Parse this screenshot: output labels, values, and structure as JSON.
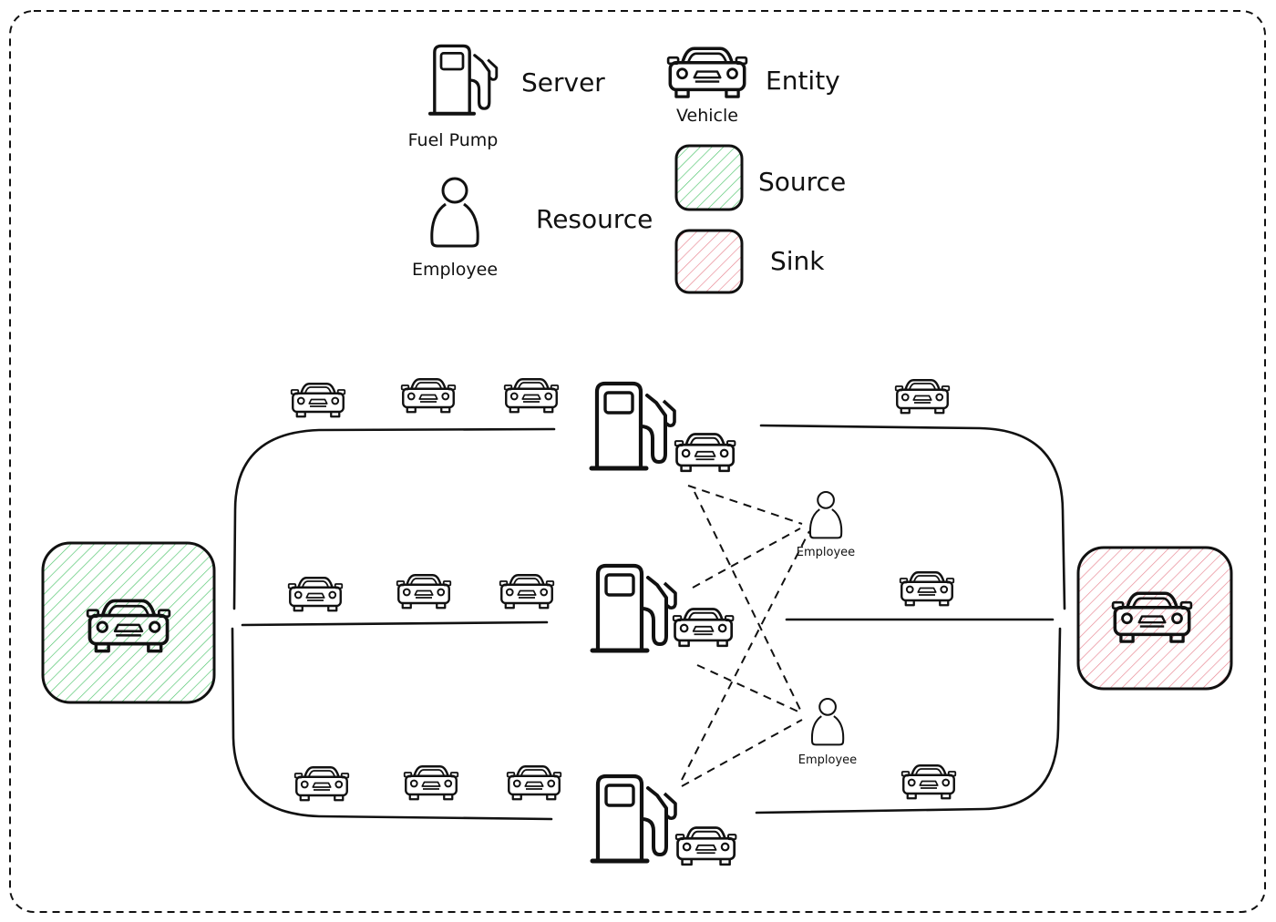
{
  "legend": {
    "server": {
      "icon_label": "Fuel Pump",
      "role": "Server"
    },
    "entity": {
      "icon_label": "Vehicle",
      "role": "Entity"
    },
    "resource": {
      "icon_label": "Employee",
      "role": "Resource"
    },
    "source": {
      "role": "Source"
    },
    "sink": {
      "role": "Sink"
    }
  },
  "diagram": {
    "employee_label": "Employee"
  },
  "icons": [
    "fuel-pump-icon",
    "car-icon",
    "person-icon"
  ],
  "colors": {
    "stroke": "#111111",
    "source": "#4cc46a",
    "sink": "#e8838f"
  }
}
